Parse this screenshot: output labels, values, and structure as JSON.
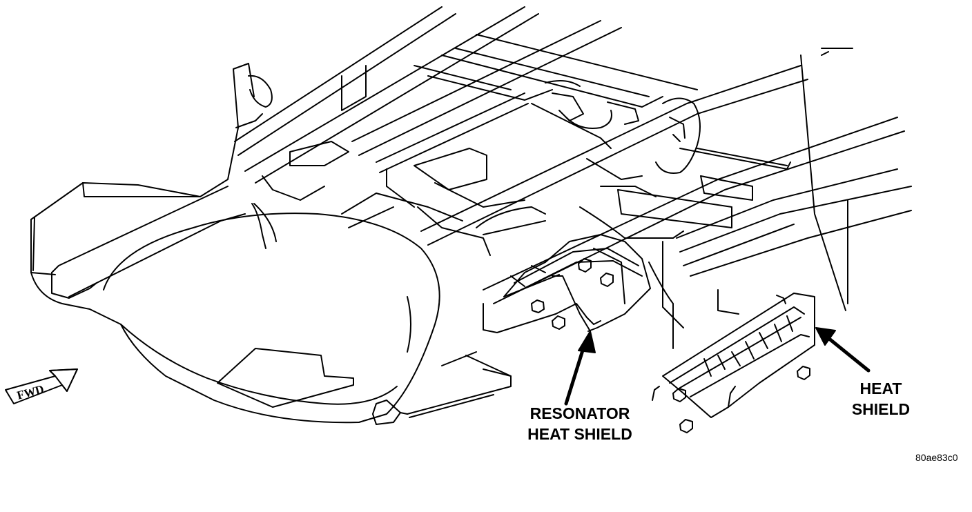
{
  "labels": {
    "resonator_heat_shield": [
      "RESONATOR",
      "HEAT SHIELD"
    ],
    "heat_shield": [
      "HEAT",
      "SHIELD"
    ],
    "fwd_arrow": "FWD",
    "figure_id": "80ae83c0"
  },
  "colors": {
    "ink": "#000000",
    "background": "#ffffff"
  }
}
